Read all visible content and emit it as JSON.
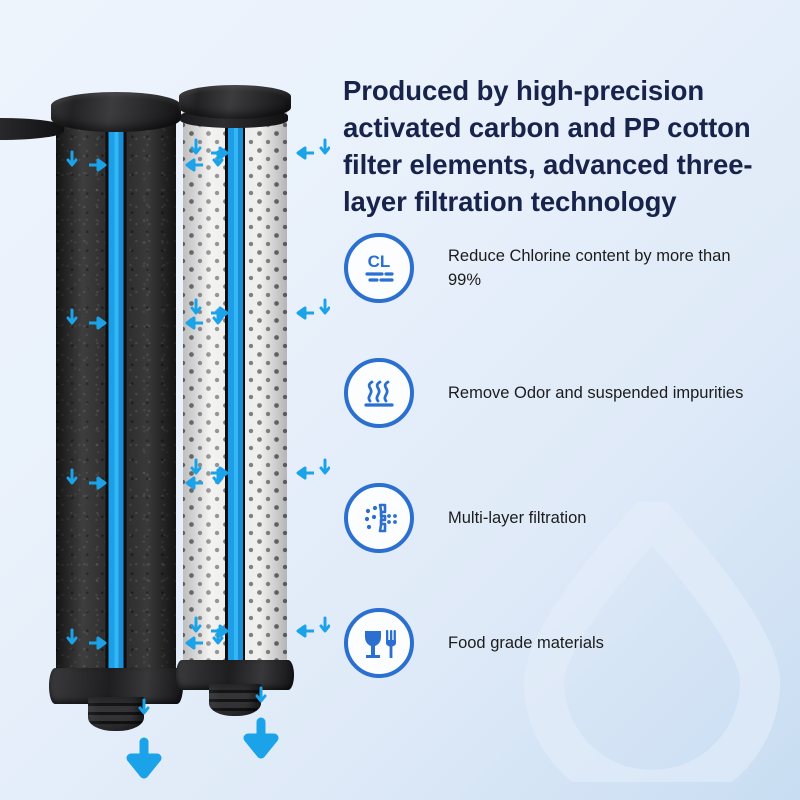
{
  "page": {
    "type": "product-infographic",
    "background_gradient_from": "#eef4fc",
    "background_gradient_to": "#c8ddf2",
    "accent_blue": "#1ba3ea",
    "icon_blue": "#2b6fd0",
    "headline_color": "#17234a",
    "body_text_color": "#1c1c1c"
  },
  "headline": {
    "text": "Produced by high-precision activated carbon and PP cotton filter elements, advanced three-layer filtration technology"
  },
  "features": [
    {
      "icon": "chlorine-cl-icon",
      "icon_label": "CL",
      "text": "Reduce Chlorine content by more than 99%"
    },
    {
      "icon": "odor-waves-icon",
      "icon_label": "",
      "text": "Remove Odor and suspended impurities"
    },
    {
      "icon": "multi-layer-filter-icon",
      "icon_label": "",
      "text": "Multi-layer filtration"
    },
    {
      "icon": "food-grade-glass-fork-icon",
      "icon_label": "",
      "text": "Food grade materials"
    }
  ],
  "product": {
    "cartridges": [
      {
        "name": "activated-carbon-filter-cartridge",
        "material": "activated carbon",
        "body_color": "#232324",
        "core_color": "#1c9ee8",
        "cap_color": "#2a2a2c"
      },
      {
        "name": "pp-cotton-filter-cartridge",
        "material": "PP cotton",
        "body_color": "#e9e9e7",
        "core_color": "#1c9ee8",
        "cap_color": "#2a2a2c"
      }
    ],
    "flow_arrows": {
      "color": "#1ba3ea",
      "direction_inward": "horizontal arrows point toward center core",
      "direction_down": "vertical arrows point down along outer wall",
      "outlet": "downward arrow below threaded base"
    }
  },
  "watermark": {
    "shape": "water-drop-outline",
    "color": "#e4eefb"
  }
}
